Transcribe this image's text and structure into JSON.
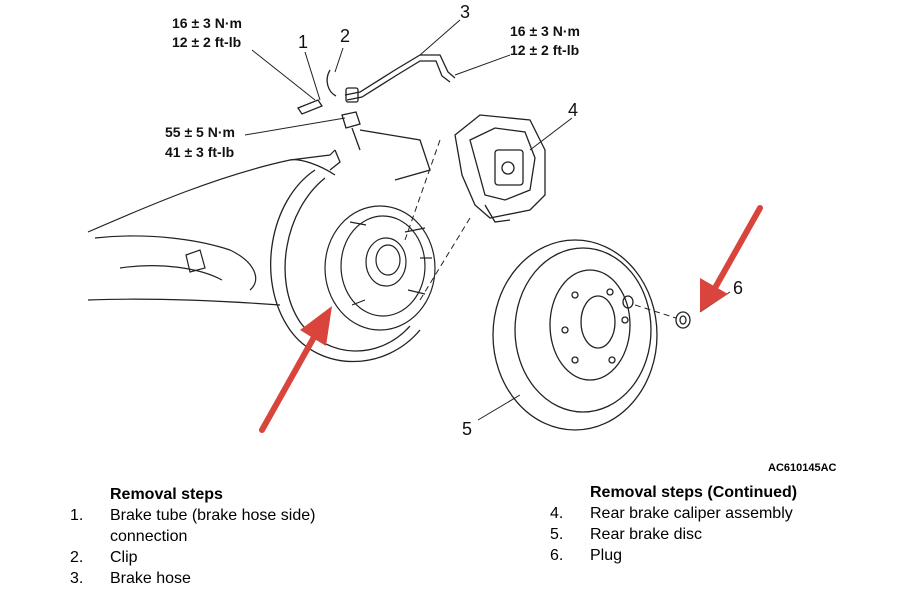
{
  "figure_code": "AC610145AC",
  "callouts": {
    "c1": "1",
    "c2": "2",
    "c3": "3",
    "c4": "4",
    "c5": "5",
    "c6": "6"
  },
  "torques": {
    "t1_nm": "16 ± 3 N·m",
    "t1_ftlb": "12 ± 2 ft-lb",
    "t3_nm": "16 ± 3 N·m",
    "t3_ftlb": "12 ± 2 ft-lb",
    "tbolt_nm": "55 ± 5 N·m",
    "tbolt_ftlb": "41 ± 3 ft-lb"
  },
  "removal_steps": {
    "heading": "Removal steps",
    "items": [
      {
        "num": "1.",
        "text": "Brake tube (brake hose side)",
        "text2": "connection"
      },
      {
        "num": "2.",
        "text": "Clip"
      },
      {
        "num": "3.",
        "text": "Brake hose"
      }
    ]
  },
  "removal_steps_continued": {
    "heading": "Removal steps (Continued)",
    "items": [
      {
        "num": "4.",
        "text": "Rear brake caliper assembly"
      },
      {
        "num": "5.",
        "text": "Rear brake disc"
      },
      {
        "num": "6.",
        "text": "Plug"
      }
    ]
  },
  "colors": {
    "arrow": "#d9443c",
    "line": "#222222"
  }
}
